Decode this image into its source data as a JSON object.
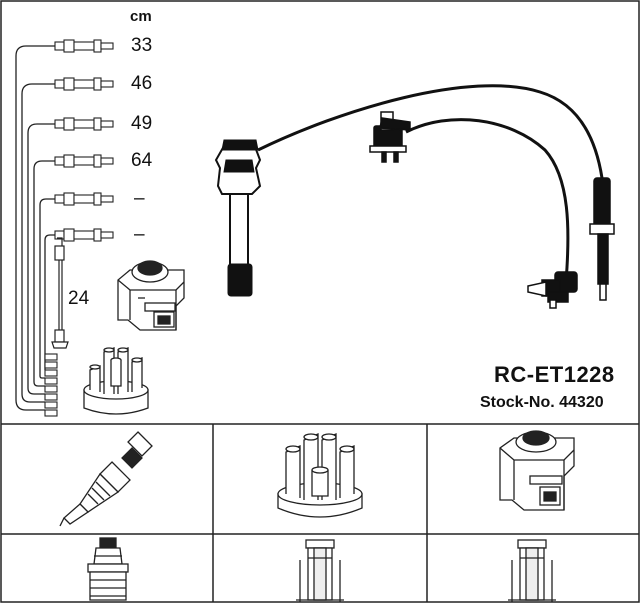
{
  "diagram": {
    "unit_label": "cm",
    "lengths": [
      "33",
      "46",
      "49",
      "64",
      "–",
      "–"
    ],
    "coil_lead_length": "24",
    "product_code": "RC-ET1228",
    "stock_label": "Stock-No. 44320"
  },
  "parts_table": {
    "columns": [
      {
        "top_icon": "spark-plug-icon",
        "bottom_icon": "plug-terminal-icon"
      },
      {
        "top_icon": "distributor-cap-icon",
        "bottom_icon": "tower-terminal-icon"
      },
      {
        "top_icon": "ignition-coil-icon",
        "bottom_icon": "tower-terminal-icon"
      }
    ]
  }
}
